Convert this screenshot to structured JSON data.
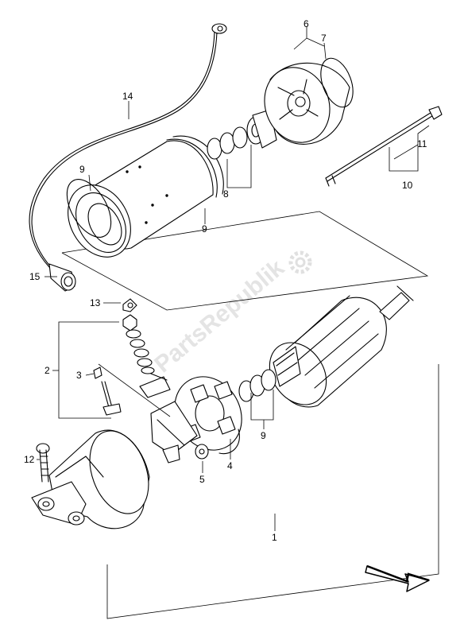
{
  "watermark": {
    "text": "PartsRepublik"
  },
  "labels": {
    "l1": "1",
    "l2": "2",
    "l3": "3",
    "l4": "4",
    "l5": "5",
    "l6": "6",
    "l7": "7",
    "l8": "8",
    "l9a": "9",
    "l9b": "9",
    "l9c": "9",
    "l10": "10",
    "l11": "11",
    "l12": "12",
    "l13": "13",
    "l14": "14",
    "l15": "15"
  },
  "icons": {
    "front_arrow": "arrow-right-icon",
    "watermark_gear": "gear-icon"
  }
}
